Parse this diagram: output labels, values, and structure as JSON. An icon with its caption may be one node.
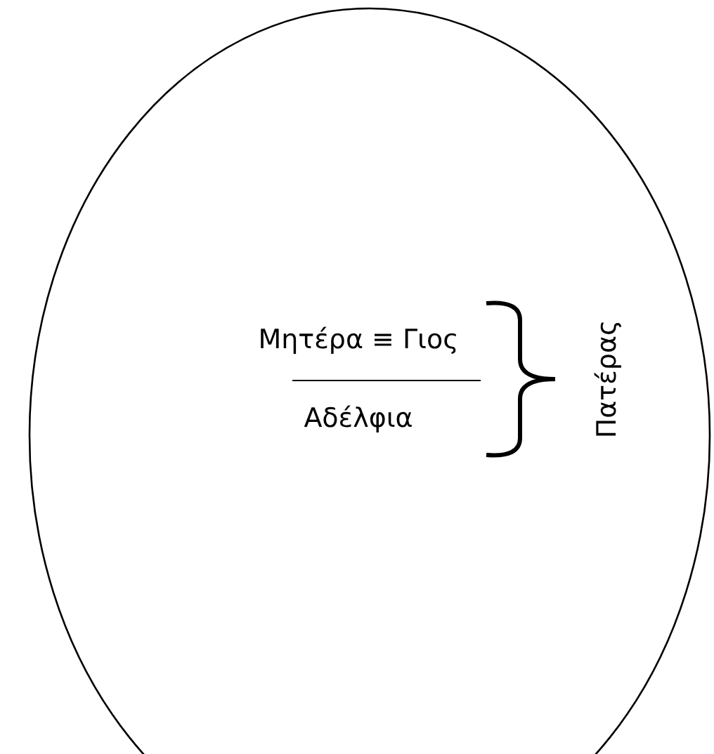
{
  "diagram": {
    "nodes": [
      {
        "text": [
          "Μητέρα ≡ Γιος",
          "Αδέλφια",
          "Πατέρας"
        ]
      }
    ]
  }
}
